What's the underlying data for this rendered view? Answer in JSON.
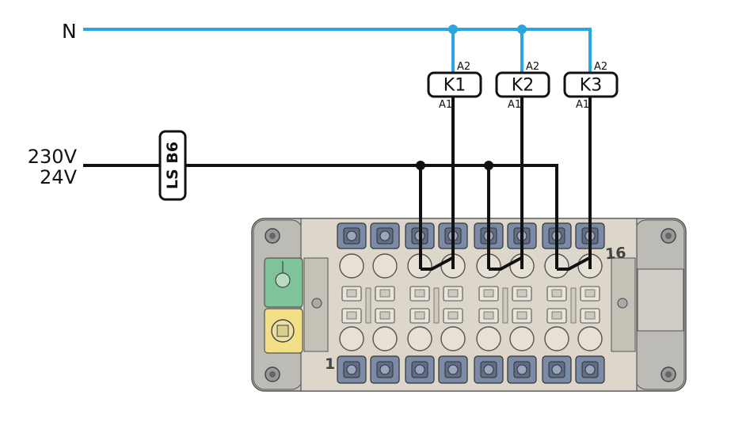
{
  "labels": {
    "neutral": "N",
    "supply_line1": "230V",
    "supply_line2": "24V",
    "breaker": "LS B6",
    "terminal_16": "16",
    "terminal_1": "1"
  },
  "relays": [
    {
      "name": "K1",
      "coil_a1": "A1",
      "coil_a2": "A2"
    },
    {
      "name": "K2",
      "coil_a1": "A1",
      "coil_a2": "A2"
    },
    {
      "name": "K3",
      "coil_a1": "A1",
      "coil_a2": "A2"
    }
  ],
  "colors": {
    "neutral_wire": "#29a6e0",
    "phase_wire": "#111111",
    "housing": "#d3cfc2",
    "housing_dark": "#a9a69c",
    "clamp_blue": "#7b8aa6",
    "green_module": "#7fc39a",
    "yellow_module": "#f2df86"
  }
}
